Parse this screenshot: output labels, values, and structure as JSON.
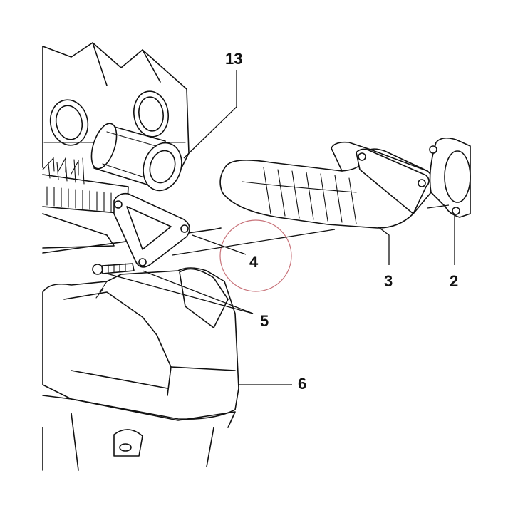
{
  "diagram": {
    "callouts": [
      {
        "id": "callout-13",
        "label": "13"
      },
      {
        "id": "callout-4",
        "label": "4"
      },
      {
        "id": "callout-3",
        "label": "3"
      },
      {
        "id": "callout-2",
        "label": "2"
      },
      {
        "id": "callout-5",
        "label": "5"
      },
      {
        "id": "callout-6",
        "label": "6"
      }
    ],
    "colors": {
      "line": "#111111",
      "background": "#ffffff",
      "highlight_circle": "#c8737a"
    }
  }
}
